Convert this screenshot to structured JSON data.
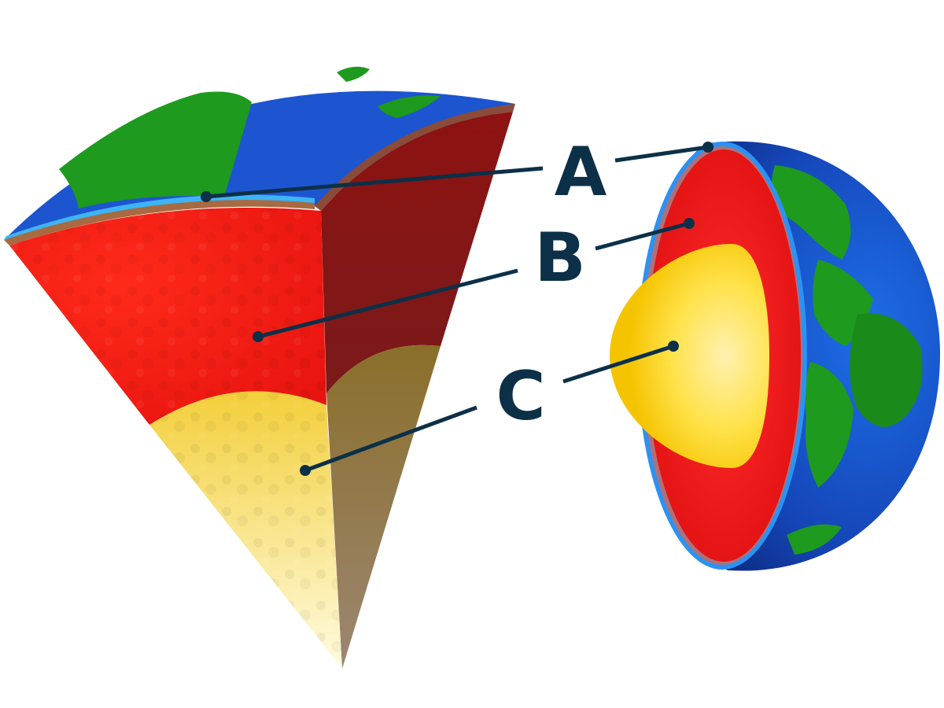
{
  "labels": {
    "a": "A",
    "b": "B",
    "c": "C"
  },
  "colors": {
    "label_ink": "#0c3048",
    "ocean": "#1f5fd6",
    "land": "#1e9e1e",
    "crust_edge": "#2d8ef0",
    "mantle": "#ff1a1a",
    "mantle_side": "#8b1a1a",
    "core": "#ffe033",
    "core_side": "#8a6a3a",
    "crust_brown": "#a0603a"
  }
}
